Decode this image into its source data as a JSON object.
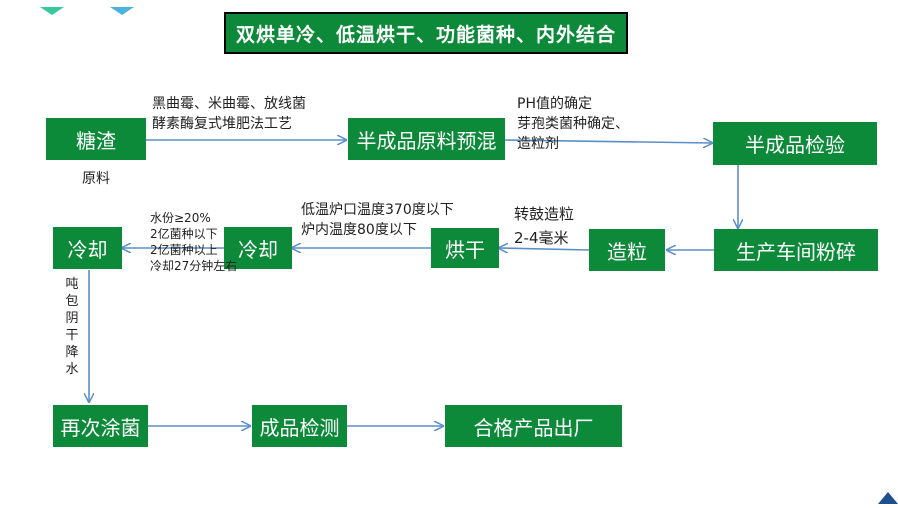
{
  "title": "双烘单冷、低温烘干、功能菌种、内外结合",
  "boxes": {
    "tangzha": "糖渣",
    "banchengpin_yuanliao": "半成品原料预混",
    "banchengpin_jianyan": "半成品检验",
    "shengchan_fensui": "生产车间粉碎",
    "zaoli": "造粒",
    "honggan": "烘干",
    "lengque_1": "冷却",
    "lengque_2": "冷却",
    "zaici_tujun": "再次涂菌",
    "chengpin_jiance": "成品检测",
    "hege_chuchang": "合格产品出厂"
  },
  "notes": {
    "yuanliao": "原料",
    "arrow1": [
      "黑曲霉、米曲霉、放线菌",
      "酵素酶复式堆肥法工艺"
    ],
    "arrow2": [
      "PH值的确定",
      "芽孢类菌种确定、",
      "造粒剂"
    ],
    "zaoli_note": [
      "转鼓造粒",
      "2-4毫米"
    ],
    "honggan_note": [
      "低温炉口温度370度以下",
      "炉内温度80度以下"
    ],
    "lengque_note": [
      "水份≥20%",
      "2亿菌种以下",
      "2亿菌种以上",
      "冷却27分钟左右"
    ],
    "vertical_note": [
      "吨",
      "包",
      "阴",
      "干",
      "降",
      "水"
    ]
  },
  "colors": {
    "box_fill": "#0c8a3a",
    "arrow": "#5b8ec9",
    "text_white": "#ffffff"
  }
}
